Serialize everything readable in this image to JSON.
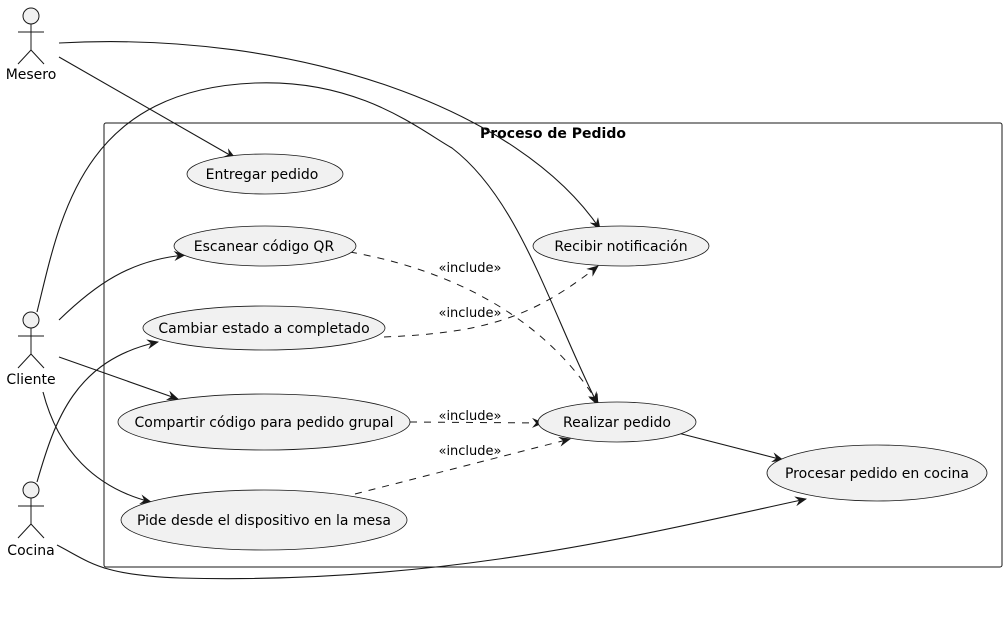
{
  "system": {
    "title": "Proceso de Pedido"
  },
  "actors": {
    "mesero": "Mesero",
    "cliente": "Cliente",
    "cocina": "Cocina"
  },
  "use_cases": {
    "entregar": "Entregar pedido",
    "escanear": "Escanear código QR",
    "recibir": "Recibir notificación",
    "cambiar": "Cambiar estado a completado",
    "compartir": "Compartir código para pedido grupal",
    "realizar": "Realizar pedido",
    "procesar": "Procesar pedido en cocina",
    "pide": "Pide desde el dispositivo en la mesa"
  },
  "relations": {
    "include_label": "«include»"
  }
}
